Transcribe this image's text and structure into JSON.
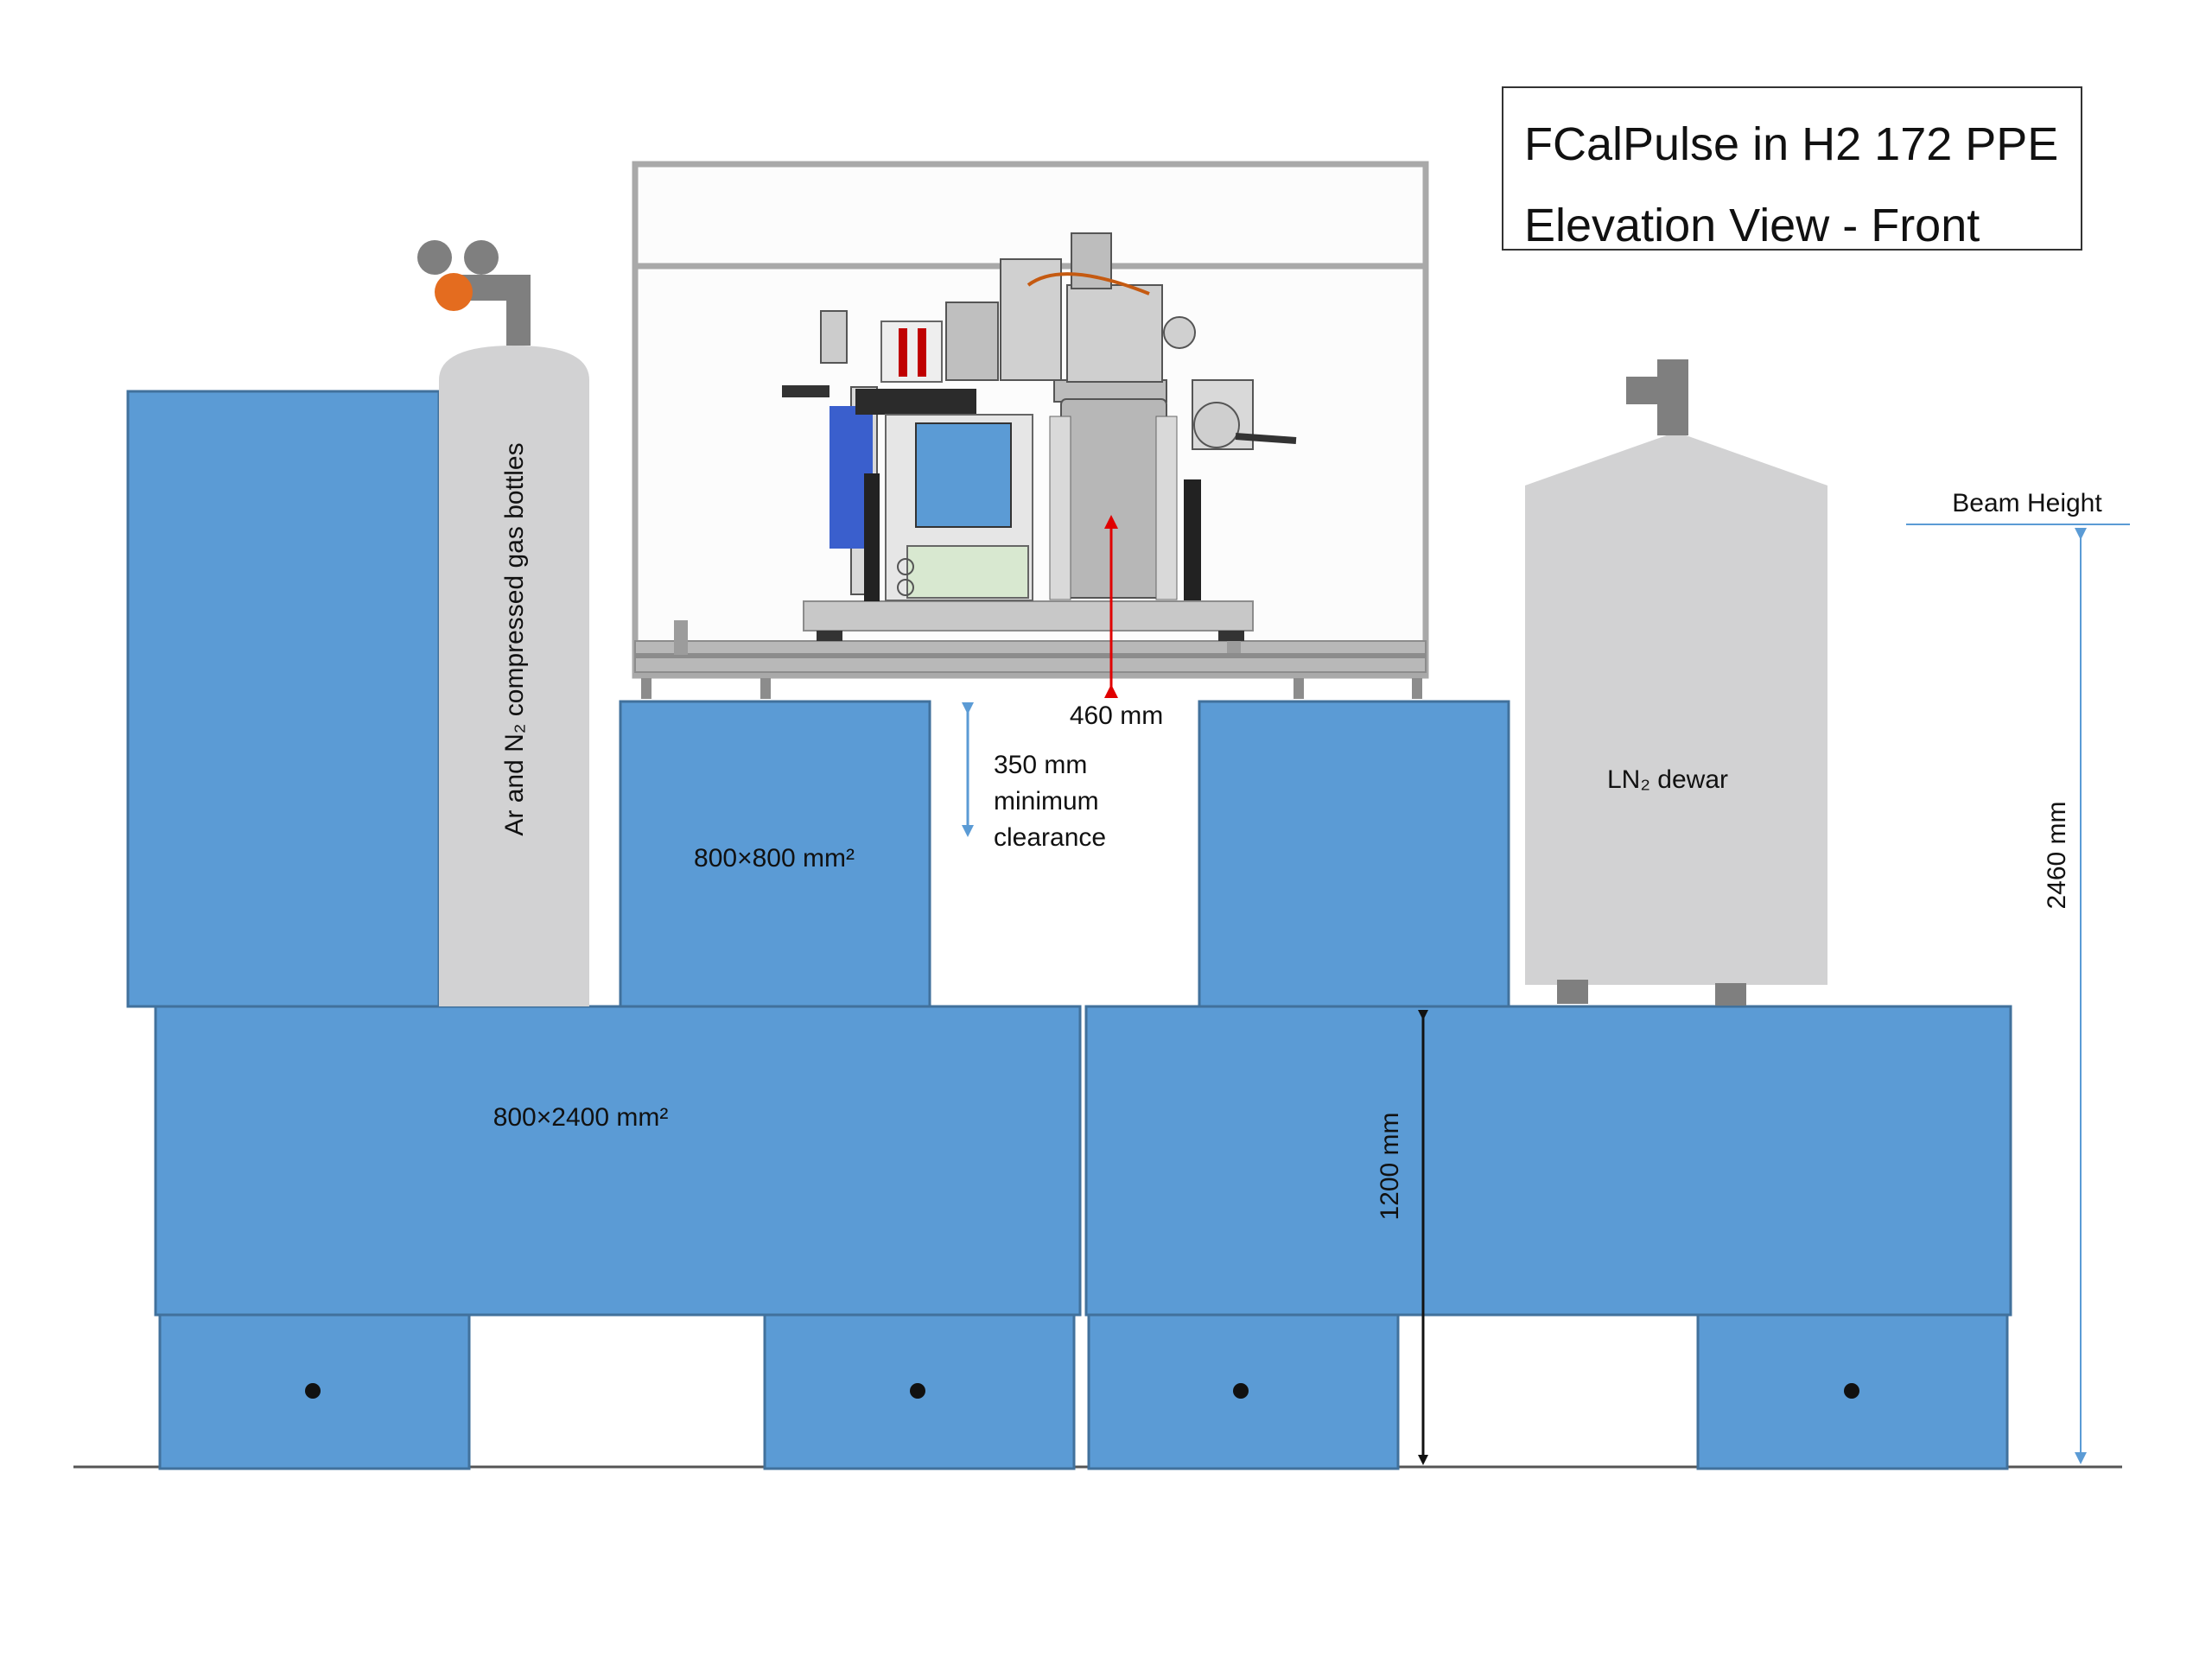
{
  "title": {
    "line1": "FCalPulse in H2 172 PPE",
    "line2": "Elevation View - Front"
  },
  "labels": {
    "gas_bottles": "Ar and N₂ compressed gas bottles",
    "ln2_dewar": "LN₂ dewar",
    "small_block": "800×800 mm²",
    "large_block": "800×2400 mm²",
    "beam_height": "Beam Height"
  },
  "dimensions": {
    "cryostat_gap": "460 mm",
    "clearance_value": "350 mm",
    "clearance_line2": "minimum",
    "clearance_line3": "clearance",
    "block_height": "1200 mm",
    "beam_height_value": "2460 mm"
  },
  "colors": {
    "block_fill": "#5b9bd5",
    "block_stroke": "#41719c",
    "bottle_fill": "#d2d2d3",
    "valve_orange": "#e46c1f",
    "frame_grey": "#a9a9a9",
    "dim_blue": "#5b9bd5",
    "dim_red": "#e00000"
  },
  "icons": {
    "valve": "gas-valve-icon",
    "cryostat": "cryostat-apparatus-icon"
  }
}
